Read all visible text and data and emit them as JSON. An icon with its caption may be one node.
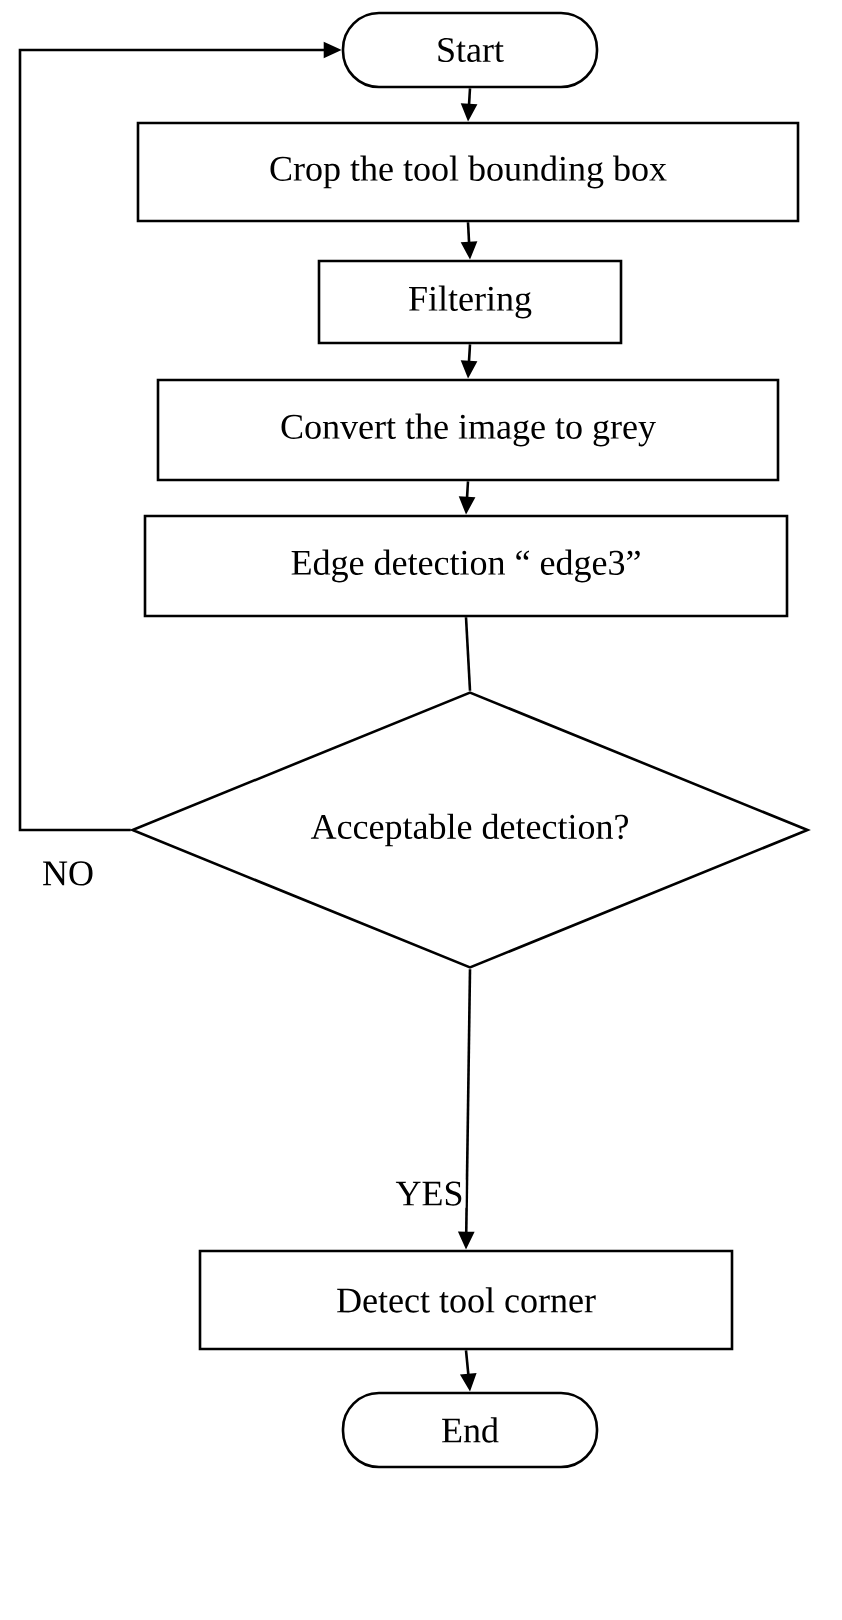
{
  "diagram": {
    "nodes": [
      {
        "text": [
          "Start"
        ]
      },
      {
        "text": [
          "Crop the tool bounding box"
        ]
      },
      {
        "text": [
          "Filtering"
        ]
      },
      {
        "text": [
          "Convert the image to grey"
        ]
      },
      {
        "text": [
          "Edge detection “ edge3”"
        ]
      },
      {
        "text": [
          "Acceptable detection?"
        ]
      },
      {
        "text": [
          "Detect tool corner"
        ]
      },
      {
        "text": [
          "End"
        ]
      }
    ],
    "edges": [
      {
        "from": 0,
        "to": 1,
        "arrow": "to"
      },
      {
        "from": 1,
        "to": 2,
        "arrow": "to"
      },
      {
        "from": 2,
        "to": 3,
        "arrow": "to"
      },
      {
        "from": 3,
        "to": 4,
        "arrow": "to"
      },
      {
        "from": 4,
        "to": 5,
        "arrow": "none"
      },
      {
        "from": 5,
        "to": 6,
        "arrow": "to",
        "label": "YES"
      },
      {
        "from": 5,
        "to": 0,
        "arrow": "to",
        "label": "NO"
      },
      {
        "from": 6,
        "to": 7,
        "arrow": "to"
      }
    ]
  }
}
